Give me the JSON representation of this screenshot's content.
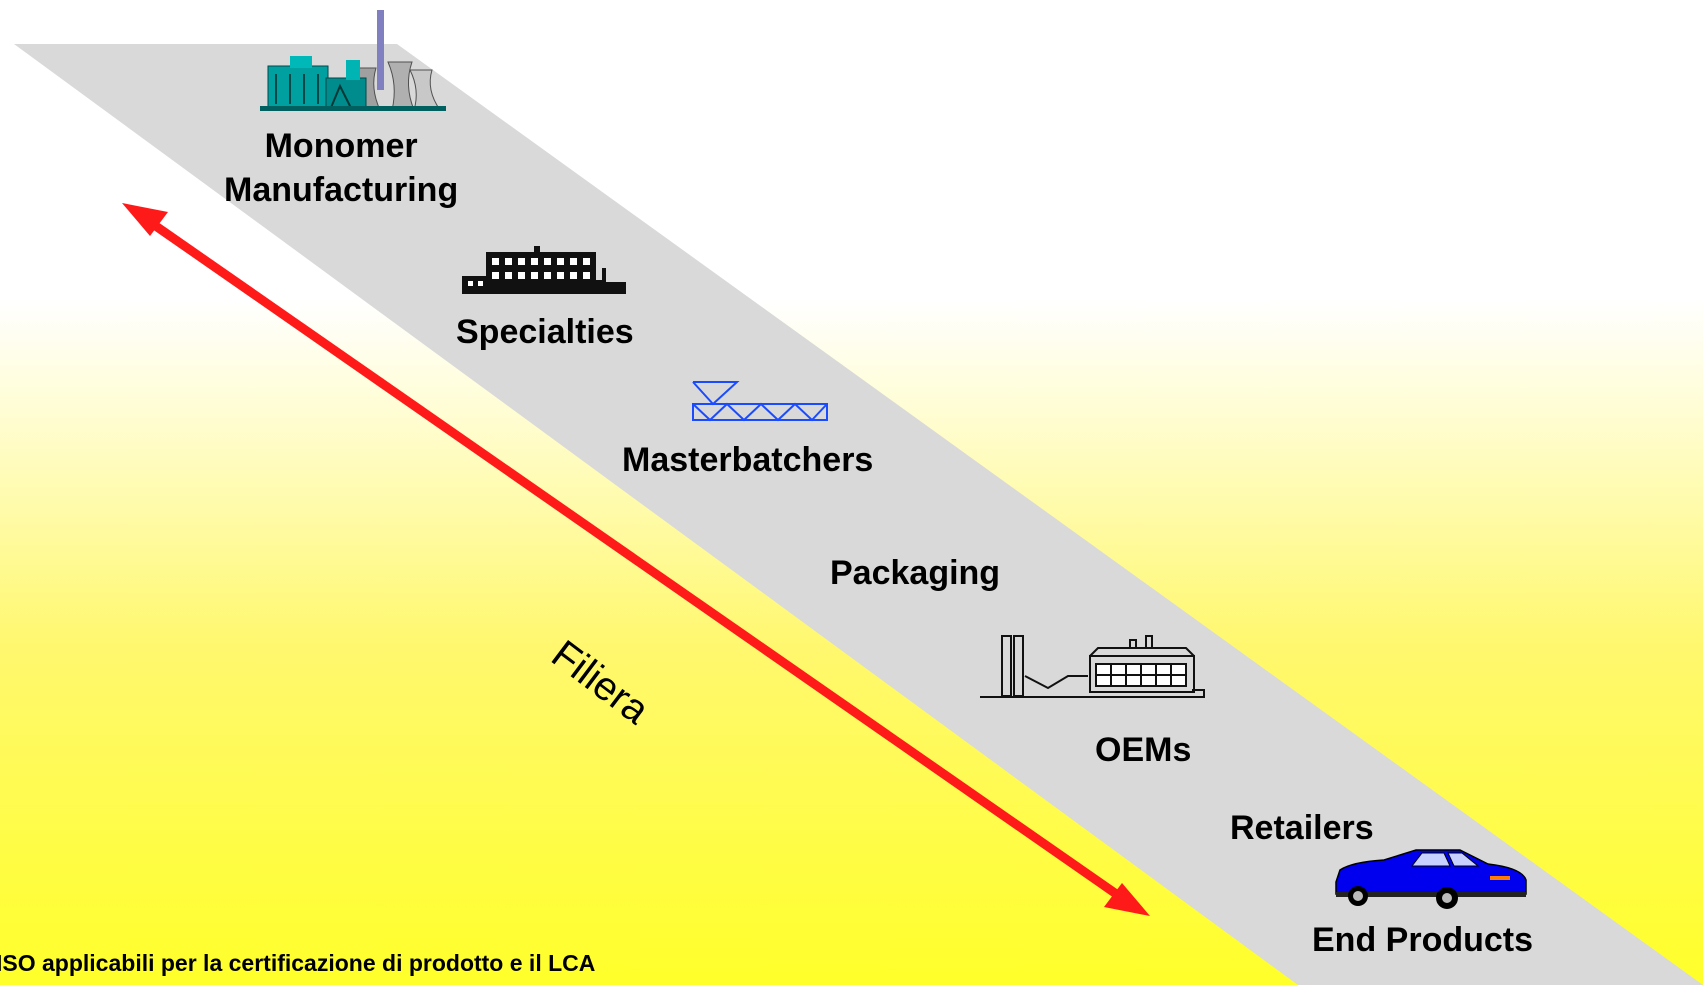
{
  "diagram": {
    "stages": [
      {
        "label_line1": "Monomer",
        "label_line2": "Manufacturing",
        "icon": "power-plant-icon"
      },
      {
        "label": "Specialties",
        "icon": "factory-row-icon"
      },
      {
        "label": "Masterbatchers",
        "icon": "conveyor-icon"
      },
      {
        "label": "Packaging"
      },
      {
        "label": "OEMs",
        "icon": "industrial-plant-icon"
      },
      {
        "label": "Retailers"
      },
      {
        "label": "End Products",
        "icon": "car-icon"
      }
    ],
    "arrow_label": "Filiera",
    "footnote": "ISO applicabili per la certificazione di prodotto e il LCA",
    "colors": {
      "band": "#d9d9d9",
      "arrow": "#ff1a1a",
      "background_top": "#ffffff",
      "background_bottom": "#ffff2a",
      "car": "#0000ee",
      "plant": "#00a0a0",
      "conveyor": "#1a4bff"
    }
  }
}
